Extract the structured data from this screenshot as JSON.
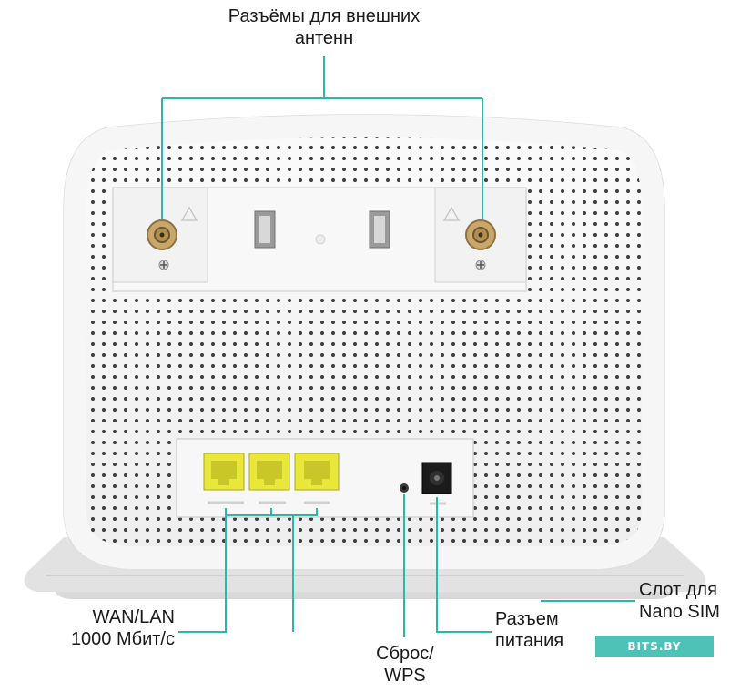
{
  "labels": {
    "antenna_connectors": [
      "Разъёмы для внешних",
      "антенн"
    ],
    "wan_lan": [
      "WAN/LAN",
      "1000 Мбит/с"
    ],
    "reset_wps": [
      "Сброс/",
      "WPS"
    ],
    "power_connector": [
      "Разъем",
      "питания"
    ],
    "nano_sim_slot": [
      "Слот для",
      "Nano SIM"
    ]
  },
  "brand_watermark": "BITS.BY",
  "colors": {
    "callout_line": "#2ab7ad",
    "router_body": "#f4f4f4",
    "lan_port": "#e9e83a"
  }
}
